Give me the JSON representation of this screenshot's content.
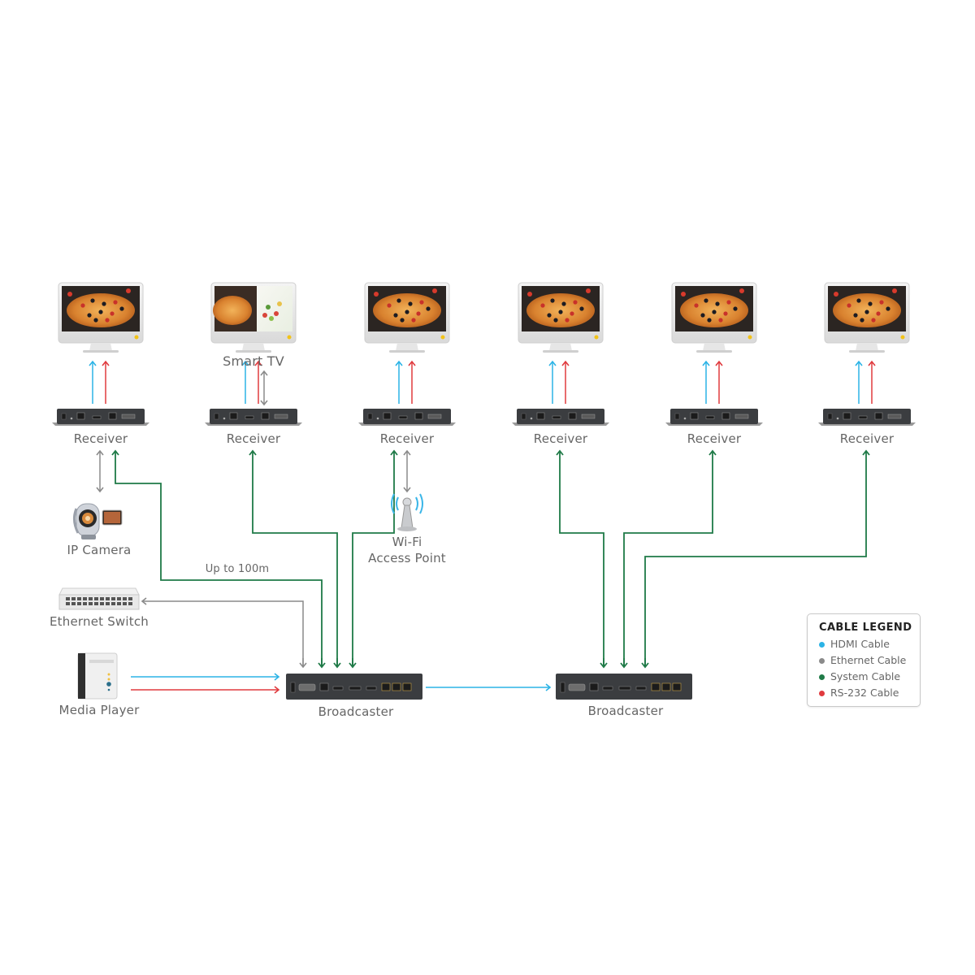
{
  "colors": {
    "hdmi": "#2bb3e6",
    "ethernet": "#8a8a8a",
    "system": "#1f7a47",
    "rs232": "#e03a3e",
    "device_body": "#3b3d40"
  },
  "displays": [
    {
      "label": "",
      "screen": "pizza"
    },
    {
      "label": "Smart TV",
      "screen": "split"
    },
    {
      "label": "",
      "screen": "pizza"
    },
    {
      "label": "",
      "screen": "pizza"
    },
    {
      "label": "",
      "screen": "pizza"
    },
    {
      "label": "",
      "screen": "pizza"
    }
  ],
  "receivers": [
    {
      "label": "Receiver"
    },
    {
      "label": "Receiver"
    },
    {
      "label": "Receiver"
    },
    {
      "label": "Receiver"
    },
    {
      "label": "Receiver"
    },
    {
      "label": "Receiver"
    }
  ],
  "peripherals": {
    "ip_camera": "IP Camera",
    "wifi": [
      "Wi-Fi",
      "Access Point"
    ],
    "ethernet_switch": "Ethernet Switch",
    "media_player": "Media Player"
  },
  "broadcasters": [
    {
      "label": "Broadcaster"
    },
    {
      "label": "Broadcaster"
    }
  ],
  "distance_note": "Up to 100m",
  "legend": {
    "title": "CABLE LEGEND",
    "items": [
      {
        "label": "HDMI Cable",
        "color": "#2bb3e6"
      },
      {
        "label": "Ethernet Cable",
        "color": "#8a8a8a"
      },
      {
        "label": "System Cable",
        "color": "#1f7a47"
      },
      {
        "label": "RS-232 Cable",
        "color": "#e03a3e"
      }
    ]
  }
}
